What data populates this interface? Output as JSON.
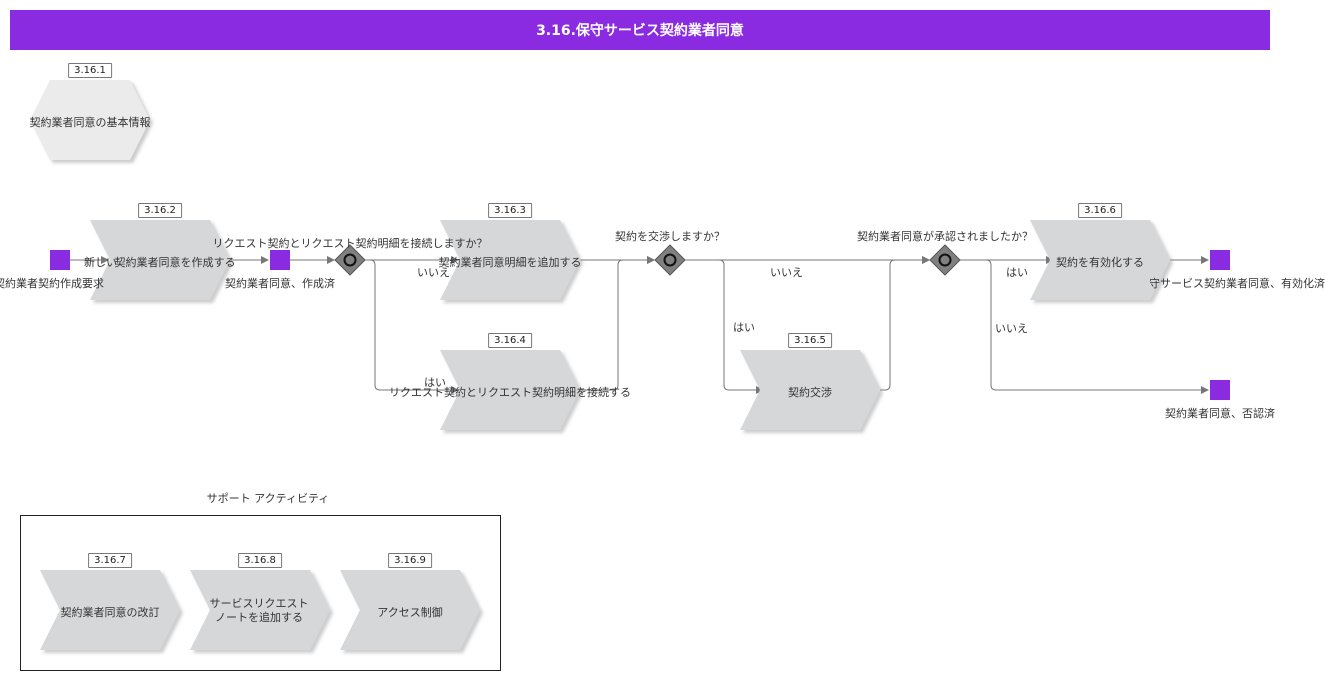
{
  "title": "3.16.保守サービス契約業者同意",
  "colors": {
    "header": "#8a2be2",
    "event": "#8a2be2",
    "activity": "#d6d7d9",
    "info": "#ebebeb",
    "gateway": "#808080"
  },
  "info_node": {
    "id": "3.16.1",
    "label": "契約業者同意の基本情報"
  },
  "activities": [
    {
      "id": "3.16.2",
      "label": "契約業者同意を作成する"
    },
    {
      "id": "3.16.3",
      "label": "契約業者同意明細を追加する"
    },
    {
      "id": "3.16.4",
      "label": "リクエスト契約とリクエスト契約明細を接続する"
    },
    {
      "id": "3.16.5",
      "label": "契約交渉"
    },
    {
      "id": "3.16.6",
      "label": "契約を有効化する"
    }
  ],
  "events": {
    "start": "保守サービス契約業者契約作成要求",
    "created": "契約業者同意、作成済",
    "activated": "保守サービス契約業者同意、有効化済",
    "rejected": "契約業者同意、否認済"
  },
  "gateways": {
    "g1": "リクエスト契約とリクエスト契約明細を接続しますか？",
    "g2": "契約を交渉しますか？",
    "g3": "契約業者同意が承認されましたか？"
  },
  "edge_labels": {
    "new": "新しい",
    "g1_no": "いいえ",
    "g1_yes": "はい",
    "g2_no": "いいえ",
    "g2_yes": "はい",
    "g3_yes": "はい",
    "g3_no": "いいえ"
  },
  "support": {
    "title": "サポート アクティビティ",
    "items": [
      {
        "id": "3.16.7",
        "label": "契約業者同意の改訂"
      },
      {
        "id": "3.16.8",
        "label_line1": "サービスリクエスト",
        "label_line2": "ノートを追加する"
      },
      {
        "id": "3.16.9",
        "label": "アクセス制御"
      }
    ]
  }
}
